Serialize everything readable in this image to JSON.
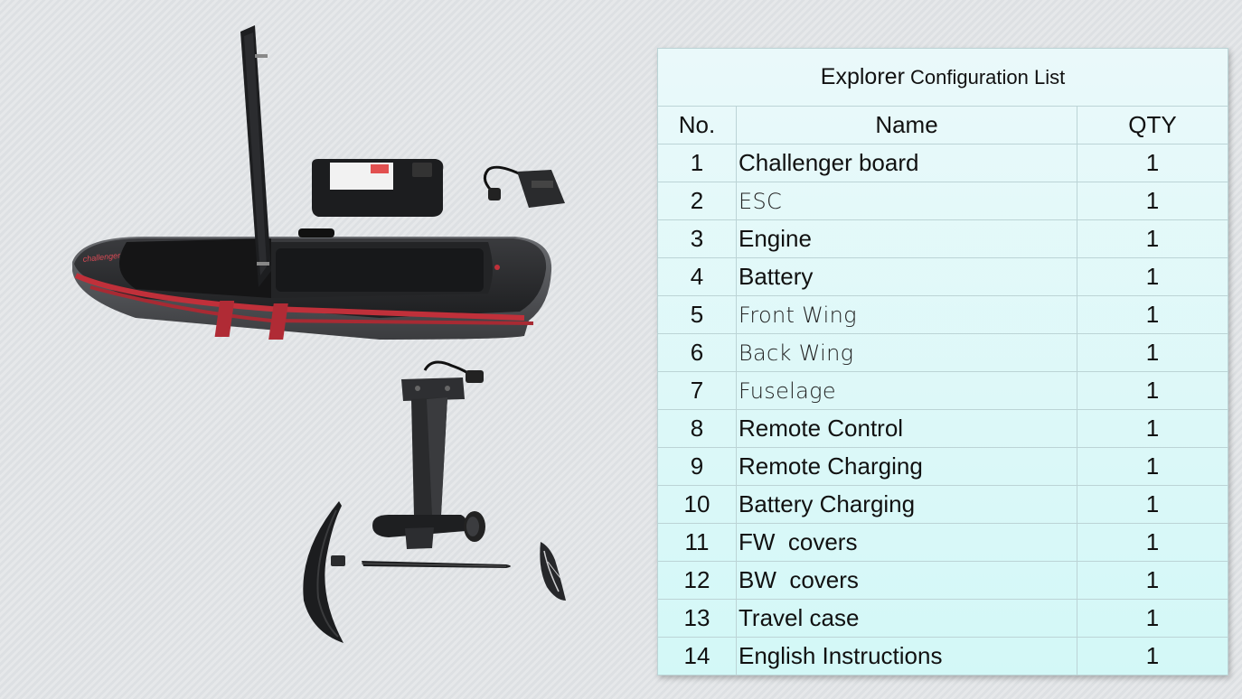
{
  "table": {
    "title_part1": "Explorer",
    "title_part2": " Configuration List",
    "headers": {
      "no": "No.",
      "name": "Name",
      "qty": "QTY"
    },
    "rows": [
      {
        "no": "1",
        "name": "Challenger board",
        "qty": "1"
      },
      {
        "no": "2",
        "name": "ESC",
        "qty": "1"
      },
      {
        "no": "3",
        "name": "Engine",
        "qty": "1"
      },
      {
        "no": "4",
        "name": "Battery",
        "qty": "1"
      },
      {
        "no": "5",
        "name": "Front Wing",
        "qty": "1"
      },
      {
        "no": "6",
        "name": "Back Wing",
        "qty": "1"
      },
      {
        "no": "7",
        "name": "Fuselage",
        "qty": "1"
      },
      {
        "no": "8",
        "name": "Remote Control",
        "qty": "1"
      },
      {
        "no": "9",
        "name": "Remote Charging",
        "qty": "1"
      },
      {
        "no": "10",
        "name": "Battery Charging",
        "qty": "1"
      },
      {
        "no": "11",
        "name": "FW  covers",
        "qty": "1"
      },
      {
        "no": "12",
        "name": "BW  covers",
        "qty": "1"
      },
      {
        "no": "13",
        "name": "Travel case",
        "qty": "1"
      },
      {
        "no": "14",
        "name": "English Instructions",
        "qty": "1"
      }
    ]
  },
  "illustration": {
    "board_brand": "challenger",
    "icons": [
      "efoil-board-image",
      "battery-image",
      "esc-image",
      "mast-engine-image",
      "front-wing-image",
      "fuselage-image",
      "back-wing-image"
    ],
    "colors": {
      "board": "#2b2b2d",
      "accent_red": "#c0303a"
    }
  }
}
